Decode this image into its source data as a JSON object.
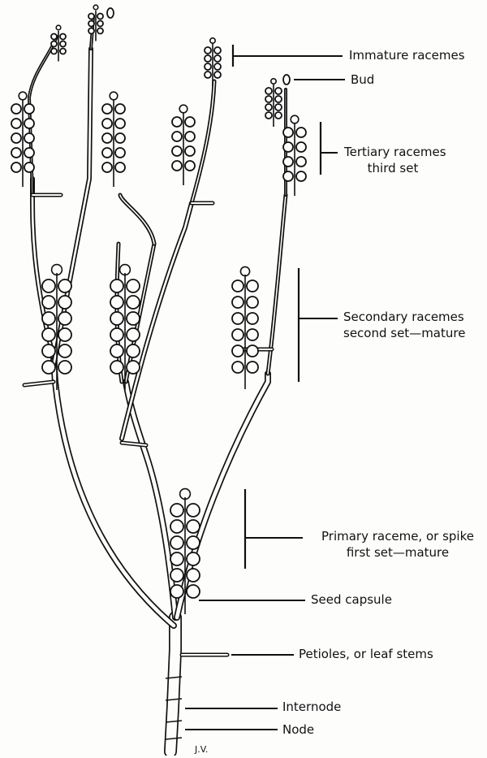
{
  "labels": {
    "immature": "Immature racemes",
    "bud": "Bud",
    "tertiary": "Tertiary racemes",
    "tertiary_sub": "third set",
    "secondary": "Secondary racemes",
    "secondary_sub": "second set—mature",
    "primary": "Primary raceme, or spike",
    "primary_sub": "first set—mature",
    "seed": "Seed capsule",
    "petioles": "Petioles, or leaf stems",
    "internode": "Internode",
    "node": "Node",
    "signature": "J.V."
  }
}
